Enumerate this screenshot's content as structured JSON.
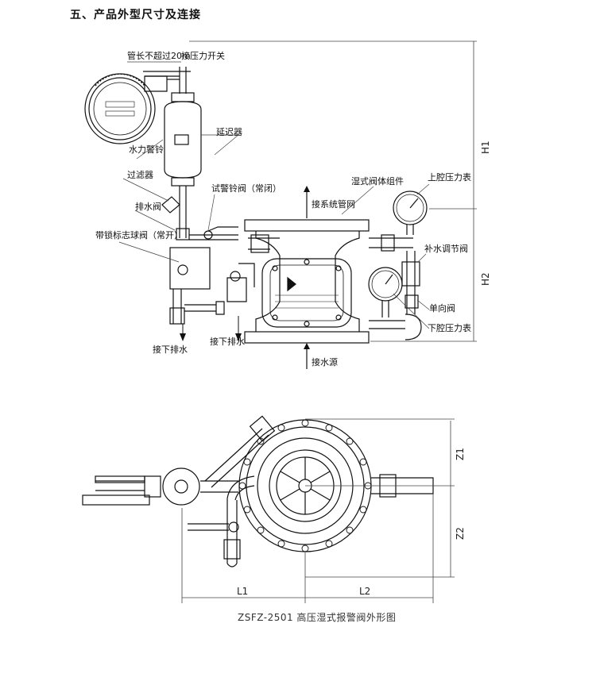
{
  "heading": "五、产品外型尺寸及连接",
  "labels": {
    "pipe_length": "管长不超过20m",
    "pressure_switch": "接压力开关",
    "delay_chamber": "延迟器",
    "water_gong": "水力警铃",
    "strainer": "过滤器",
    "drain_valve": "排水阀",
    "test_bell_valve": "试警铃阀（常闭）",
    "lock_ball_valve": "带锁标志球阀（常开）",
    "system_pipe": "接系统管网",
    "wet_valve_assembly": "湿式阀体组件",
    "upper_gauge": "上腔压力表",
    "makeup_valve": "补水调节阀",
    "check_valve": "单向阀",
    "lower_gauge": "下腔压力表",
    "down_drain_left": "接下排水",
    "down_drain_mid": "接下排水",
    "water_source": "接水源"
  },
  "dimensions": {
    "h1": "H1",
    "h2": "H2",
    "z1": "Z1",
    "z2": "Z2",
    "l1": "L1",
    "l2": "L2"
  },
  "caption": "ZSFZ-2501 高压湿式报警阀外形图"
}
